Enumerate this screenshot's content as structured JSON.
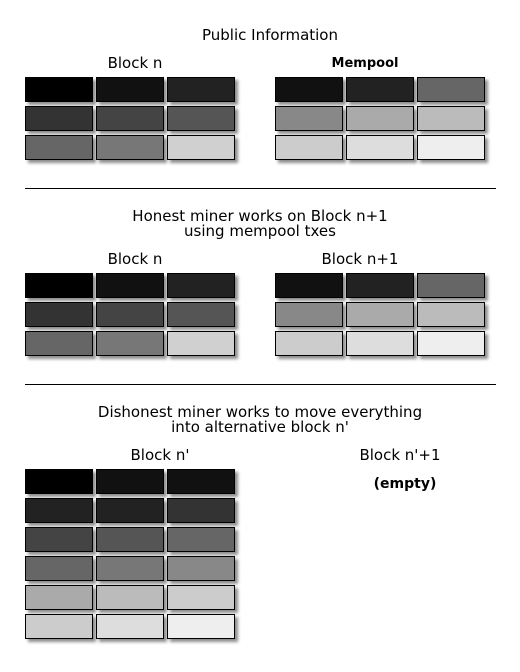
{
  "section1": {
    "title": "Public Information",
    "left_label": "Block n",
    "right_label": "Mempool",
    "left_blocks": [
      "#000000",
      "#111111",
      "#222222",
      "#333333",
      "#444444",
      "#555555",
      "#666666",
      "#777777",
      "#d0d0d0"
    ],
    "right_blocks": [
      "#111111",
      "#222222",
      "#666666",
      "#888888",
      "#aaaaaa",
      "#bbbbbb",
      "#cccccc",
      "#dddddd",
      "#eeeeee"
    ]
  },
  "section2": {
    "title_line1": "Honest miner works on Block n+1",
    "title_line2": "using mempool txes",
    "left_label": "Block n",
    "right_label": "Block n+1",
    "left_blocks": [
      "#000000",
      "#111111",
      "#222222",
      "#333333",
      "#444444",
      "#555555",
      "#666666",
      "#777777",
      "#d0d0d0"
    ],
    "right_blocks": [
      "#111111",
      "#222222",
      "#666666",
      "#888888",
      "#aaaaaa",
      "#bbbbbb",
      "#cccccc",
      "#dddddd",
      "#eeeeee"
    ]
  },
  "section3": {
    "title_line1": "Dishonest miner works to move everything",
    "title_line2": "into alternative block n'",
    "left_label": "Block n'",
    "right_label": "Block n'+1",
    "right_note": "(empty)",
    "left_blocks": [
      "#000000",
      "#111111",
      "#111111",
      "#222222",
      "#222222",
      "#333333",
      "#444444",
      "#555555",
      "#666666",
      "#666666",
      "#777777",
      "#888888",
      "#aaaaaa",
      "#bbbbbb",
      "#cccccc",
      "#cccccc",
      "#dddddd",
      "#eeeeee"
    ]
  }
}
